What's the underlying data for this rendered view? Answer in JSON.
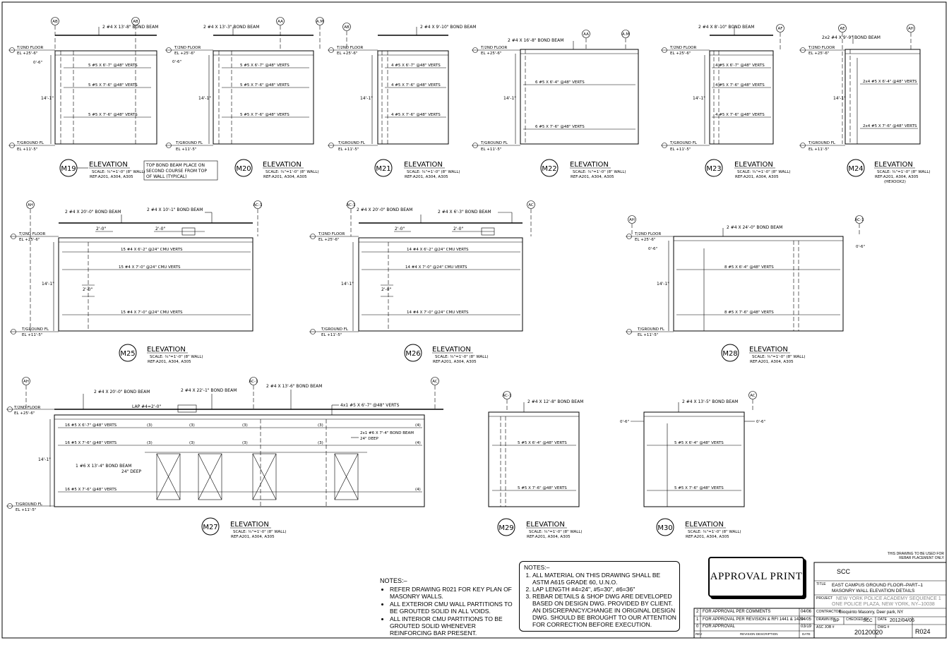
{
  "views": {
    "m19": {
      "id": "M19",
      "title": "ELEVATION",
      "scale": "SCALE: ¾\"=1'-0\" (8\" WALL)",
      "refs": "REF:A201, A304, A305",
      "bond_beam": "2 #4 X 13'-8\"   BOND BEAM",
      "rebar": [
        "5 #5 X 6'-7\" @48\" VERTS",
        "5 #5 X 7'-6\" @48\" VERTS",
        "5 #5 X 7'-6\" @48\" VERTS"
      ],
      "grids": [
        "AB",
        "AB"
      ]
    },
    "m20": {
      "id": "M20",
      "title": "ELEVATION",
      "scale": "SCALE: ¾\"=1'-0\" (8\" WALL)",
      "refs": "REF:A201, A304, A305",
      "bond_beam": "2 #4 X 13'-3\"   BOND BEAM",
      "rebar": [
        "5 #5 X 6'-7\" @48\" VERTS",
        "5 #5 X 7'-6\" @48\" VERTS",
        "5 #5 X 7'-6\" @48\" VERTS"
      ],
      "grids": [
        "AA",
        "A.M"
      ]
    },
    "m21": {
      "id": "M21",
      "title": "ELEVATION",
      "scale": "SCALE: ¾\"=1'-0\" (8\" WALL)",
      "refs": "REF:A201, A304, A305",
      "bond_beam": "2 #4 X 9'-10\"  BOND BEAM",
      "rebar": [
        "4 #5 X 6'-7\" @48\" VERTS",
        "4 #5 X 7'-6\" @48\" VERTS",
        "4 #5 X 7'-6\" @48\" VERTS"
      ],
      "grids": [
        "AB"
      ]
    },
    "m22": {
      "id": "M22",
      "title": "ELEVATION",
      "scale": "SCALE: ¾\"=1'-0\" (8\" WALL)",
      "refs": "REF:A201, A304, A305",
      "bond_beam": "2 #4 X 16'-8\"   BOND BEAM",
      "rebar": [
        "6 #5 X 6'-4\" @48\" VERTS",
        "6 #5 X 7'-6\" @48\" VERTS"
      ],
      "grids": [
        "AA",
        "A.M"
      ]
    },
    "m23": {
      "id": "M23",
      "title": "ELEVATION",
      "scale": "SCALE: ¾\"=1'-0\" (8\" WALL)",
      "refs": "REF:A201, A304, A305",
      "bond_beam": "2 #4 X 8'-10\"  BOND BEAM",
      "rebar": [
        "4 #5 X 6'-7\" @48\" VERTS",
        "4 #5 X 7'-6\" @48\" VERTS",
        "4 #5 X 7'-6\" @48\" VERTS"
      ],
      "grids": [
        "AF"
      ]
    },
    "m24": {
      "id": "M24",
      "title": "ELEVATION",
      "scale": "SCALE: ¾\"=1'-0\" (8\" WALL)",
      "refs": "REF:A201, A304, A305",
      "refs2": "(HEXOOX2)",
      "bond_beam": "2x2 #4 X 9'-9\"  BOND BEAM",
      "rebar": [
        "2x4 #5 X 6'-4\" @48\" VERTS",
        "2x4 #5 X 7'-6\" @48\" VERTS"
      ],
      "grids": [
        "AE",
        "AH"
      ]
    },
    "m25": {
      "id": "M25",
      "title": "ELEVATION",
      "scale": "SCALE: ¾\"=1'-0\" (8\" WALL)",
      "refs": "REF:A201, A304, A305",
      "bond_beam_a": "2 #4 X 20'-0\"  BOND BEAM",
      "bond_beam_b": "2 #4 X 10'-1\"   BOND BEAM",
      "dim_a": "2'-0\"",
      "dim_b": "2'-0\"",
      "dim_c": "2'-0\"",
      "rebar": [
        "15 #4 X 6'-2\" @24\" CMU VERTS",
        "15 #4 X 7'-0\" @24\" CMU VERTS",
        "15 #4 X 7'-0\" @24\" CMU VERTS"
      ],
      "grids": [
        "AH",
        "AC-1"
      ]
    },
    "m26": {
      "id": "M26",
      "title": "ELEVATION",
      "scale": "SCALE: ¾\"=1'-0\" (8\" WALL)",
      "refs": "REF:A201, A304, A305",
      "bond_beam_a": "2 #4 X 20'-0\"  BOND BEAM",
      "bond_beam_b": "2 #4 X 6'-3\"   BOND BEAM",
      "dim_a": "2'-0\"",
      "dim_b": "2'-0\"",
      "dim_c": "2'-0\"",
      "rebar": [
        "14 #4 X 6'-2\" @24\" CMU VERTS",
        "14 #4 X 7'-0\" @24\" CMU VERTS",
        "14 #4 X 7'-0\" @24\" CMU VERTS"
      ],
      "grids": [
        "AC-1",
        "AC"
      ]
    },
    "m28": {
      "id": "M28",
      "title": "ELEVATION",
      "scale": "SCALE: ¾\"=1'-0\" (8\" WALL)",
      "refs": "REF:A201, A304, A305",
      "bond_beam": "2 #4 X 24'-0\"  BOND BEAM",
      "rebar": [
        "8 #5 X 6'-4\" @48\" VERTS",
        "8 #5 X 7'-6\" @48\" VERTS"
      ],
      "grids": [
        "AH",
        "AC-1"
      ]
    },
    "m27": {
      "id": "M27",
      "title": "ELEVATION",
      "scale": "SCALE: ¾\"=1'-0\" (8\" WALL)",
      "refs": "REF:A201, A304, A305",
      "bond_beam_a": "2 #4 X 20'-0\"  BOND BEAM",
      "bond_beam_b": "2 #4 X 22'-1\"  BOND BEAM",
      "bond_beam_c": "2 #4 X 13'-6\"  BOND BEAM",
      "lap": "LAP #4=2'-0\"",
      "top_right": "4x1 #5 X 6'-7\" @48\" VERTS",
      "mid_right": "2x1 #6 X 7'-4\"   BOND BEAM",
      "mid_right2": "24\" DEEP",
      "mid_left": "1 #6 X 13'-4\"   BOND BEAM",
      "mid_left2": "24\" DEEP",
      "rebar": [
        "16 #5 X 6'-7\" @48\" VERTS",
        "16 #5 X 7'-6\" @48\" VERTS",
        "16 #5 X 7'-6\" @48\" VERTS"
      ],
      "count_labels": [
        "(3)",
        "(3)",
        "(3)",
        "(3)",
        "(4)"
      ],
      "grids": [
        "AH",
        "AC-1",
        "AC"
      ]
    },
    "m29": {
      "id": "M29",
      "title": "ELEVATION",
      "scale": "SCALE: ¾\"=1'-0\" (8\" WALL)",
      "refs": "REF:A201, A304, A305",
      "bond_beam": "2 #4 X 12'-8\"  BOND BEAM",
      "rebar": [
        "5 #5 X 6'-4\" @48\" VERTS",
        "5 #5 X 7'-6\" @48\" VERTS"
      ],
      "grids": [
        "AC-1"
      ]
    },
    "m30": {
      "id": "M30",
      "title": "ELEVATION",
      "scale": "SCALE: ¾\"=1'-0\" (8\" WALL)",
      "refs": "REF:A201, A304, A305",
      "bond_beam": "2 #4 X 13'-5\"  BOND BEAM",
      "rebar": [
        "5 #5 X 6'-4\" @48\" VERTS",
        "5 #5 X 7'-6\" @48\" VERTS"
      ],
      "grids": [
        "AC"
      ]
    }
  },
  "levels": {
    "floor_name": "T/2ND FLOOR",
    "floor_el": "EL +25'-6\"",
    "ground_name": "T/GROUND FL",
    "ground_el": "EL +11'-5\"",
    "height": "14'-1\"",
    "offset": "0'-6\""
  },
  "callout": "TOP BOND BEAM PLACE ON SECOND COURSE FROM TOP OF WALL (TYPICAL)",
  "notes_left": {
    "heading": "NOTES:–",
    "items": [
      "REFER DRAWING R021 FOR KEY PLAN OF MASONRY WALLS.",
      "ALL EXTERIOR CMU WALL PARTITIONS TO BE GROUTED SOLID IN ALL VOIDS.",
      "ALL INTERIOR CMU PARTITIONS TO BE GROUTED SOLID WHENEVER REINFORCING BAR PRESENT."
    ]
  },
  "notes_mid": {
    "heading": "NOTES:–",
    "items": [
      "ALL MATERIAL ON THIS DRAWING SHALL BE ASTM A615 GRADE 60, U.N.O.",
      "LAP LENGTH #4=24\", #5=30\", #6=36\"",
      "REBAR DETAILS & SHOP DWG ARE DEVELOPED BASED ON DESIGN DWG. PROVIDED BY CLIENT. AN DISCREPANCY/CHANGE IN ORIGINAL DESIGN DWG. SHOULD BE BROUGHT TO OUR ATTENTION FOR CORRECTION BEFORE EXECUTION."
    ]
  },
  "approval": "APPROVAL PRINT",
  "title_block": {
    "rebar_note": "THIS DRAWING TO BE USED FOR REBAR PLACEMENT ONLY",
    "company": "SCC",
    "title_label": "TITLE",
    "title_1": "EAST CAMPUS GROUND FLOOR–PART–1",
    "title_2": "MASONRY WALL ELEVATION DETAILS",
    "project_label": "PROJECT",
    "project_1": "NEW YORK POLICE ACADEMY SEQUENCE 1",
    "project_2": "ONE POLICE PLAZA, NEW YORK, NY–10038",
    "contractor_label": "CONTRACTOR",
    "contractor": "Gioquinto Masonry, Deer park, NY",
    "drawn_label": "DRAWN BY",
    "drawn": "BP",
    "checked_label": "CHECKED BY",
    "checked": "SCC",
    "date_label": "DATE",
    "date": "2012/04/06",
    "job_label": "ASC JOB #",
    "job": "20120020",
    "dwg_label": "DWG #",
    "dwg": "R024",
    "rev_label": "REV",
    "desc_label": "REVISION DESCRIPTION",
    "date_col_label": "DATE",
    "revisions": [
      {
        "rev": "2",
        "desc": "FOR APPROVAL PER COMMENTS",
        "date": "04/06"
      },
      {
        "rev": "1",
        "desc": "FOR APPROVAL PER REVISION & RFI 1441 & 1429",
        "date": "04/05"
      },
      {
        "rev": "0",
        "desc": "FOR APPROVAL",
        "date": "03/19"
      }
    ]
  }
}
